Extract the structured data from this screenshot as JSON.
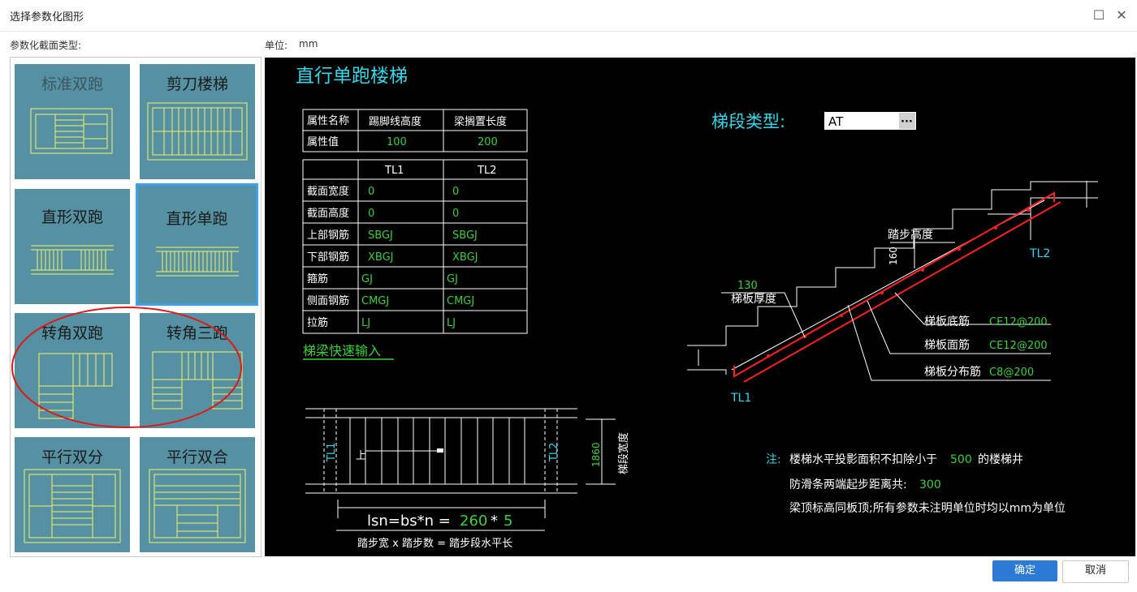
{
  "window": {
    "title": "选择参数化图形"
  },
  "labels": {
    "section_type": "参数化截面类型:",
    "unit_label": "单位:",
    "unit_value": "mm"
  },
  "tiles": [
    {
      "label": "标准双跑",
      "icon": "double-run-stair-icon"
    },
    {
      "label": "剪刀楼梯",
      "icon": "scissor-stair-icon"
    },
    {
      "label": "直形双跑",
      "icon": "straight-double-run-icon"
    },
    {
      "label": "直形单跑",
      "icon": "straight-single-run-icon",
      "selected": true
    },
    {
      "label": "转角双跑",
      "icon": "corner-double-run-icon"
    },
    {
      "label": "转角三跑",
      "icon": "corner-triple-run-icon"
    },
    {
      "label": "平行双分",
      "icon": "parallel-split-icon"
    },
    {
      "label": "平行双合",
      "icon": "parallel-merge-icon"
    }
  ],
  "drawing": {
    "title": "直行单跑楼梯",
    "attr_table": {
      "headers": [
        "属性名称",
        "踢脚线高度",
        "梁搁置长度"
      ],
      "row_label": "属性值",
      "values": [
        "100",
        "200"
      ]
    },
    "beam_table": {
      "columns": [
        "TL1",
        "TL2"
      ],
      "rows": [
        {
          "label": "截面宽度",
          "tl1": "0",
          "tl2": "0"
        },
        {
          "label": "截面高度",
          "tl1": "0",
          "tl2": "0"
        },
        {
          "label": "上部钢筋",
          "tl1": "SBGJ",
          "tl2": "SBGJ"
        },
        {
          "label": "下部钢筋",
          "tl1": "XBGJ",
          "tl2": "XBGJ"
        },
        {
          "label": "箍筋",
          "tl1": "GJ",
          "tl2": "GJ"
        },
        {
          "label": "侧面钢筋",
          "tl1": "CMGJ",
          "tl2": "CMGJ"
        },
        {
          "label": "拉筋",
          "tl1": "LJ",
          "tl2": "LJ"
        }
      ]
    },
    "quick_input_link": "梯梁快速输入",
    "segment_type_label": "梯段类型:",
    "segment_type_value": "AT",
    "browse_button": "···",
    "section_labels": {
      "step_height": "踏步高度",
      "step_height_value": "160",
      "thickness_value": "130",
      "thickness_label": "梯板厚度",
      "bottom_rebar": "梯板底筋",
      "bottom_rebar_value": "CE12@200",
      "top_rebar": "梯板面筋",
      "top_rebar_value": "CE12@200",
      "dist_rebar": "梯板分布筋",
      "dist_rebar_value": "C8@200",
      "tl1": "TL1",
      "tl2": "TL2"
    },
    "plan": {
      "tl1": "TL1",
      "tl2": "TL2",
      "up": "上",
      "width_value": "1860",
      "width_label": "梯段宽度",
      "formula_prefix": "lsn=bs*n = ",
      "step_width": "260",
      "times": "*",
      "step_count": "5",
      "formula_caption": "踏步宽 x 踏步数 = 踏步段水平长"
    },
    "notes": {
      "prefix": "注:",
      "line1_a": "楼梯水平投影面积不扣除小于",
      "line1_value": "500",
      "line1_b": "的楼梯井",
      "line2_a": "防滑条两端起步距离共:",
      "line2_value": "300",
      "line3": "梁顶标高同板顶;所有参数未注明单位时均以mm为单位"
    }
  },
  "buttons": {
    "ok": "确定",
    "cancel": "取消"
  },
  "colors": {
    "accent": "#2b7bd6",
    "tile_bg": "#5591a3",
    "cyan": "#33d6e8",
    "green": "#3ccf3c",
    "yellow": "#ffff44",
    "red_rebar": "#ff2020"
  }
}
